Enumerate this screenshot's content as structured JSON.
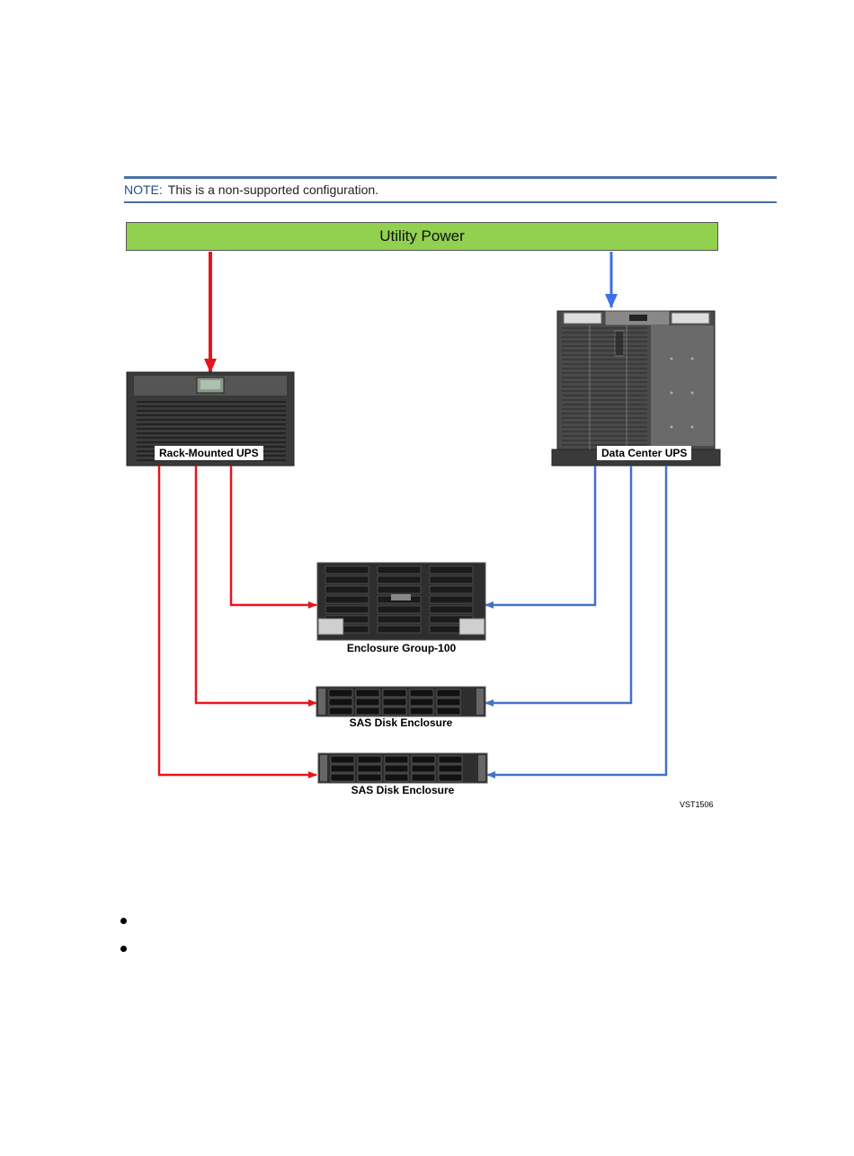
{
  "note": {
    "label": "NOTE:",
    "text": "This is a non-supported configuration."
  },
  "diagram": {
    "power_source": "Utility Power",
    "devices": {
      "rack_ups": "Rack-Mounted UPS",
      "dc_ups": "Data Center UPS",
      "enclosure_group": "Enclosure Group-100",
      "sas_1": "SAS Disk Enclosure",
      "sas_2": "SAS Disk Enclosure"
    },
    "figure_id": "VST1506",
    "colors": {
      "power_bar": "#92d050",
      "red_feed": "#e8141c",
      "blue_feed": "#4472c4"
    }
  },
  "bullets": 2
}
